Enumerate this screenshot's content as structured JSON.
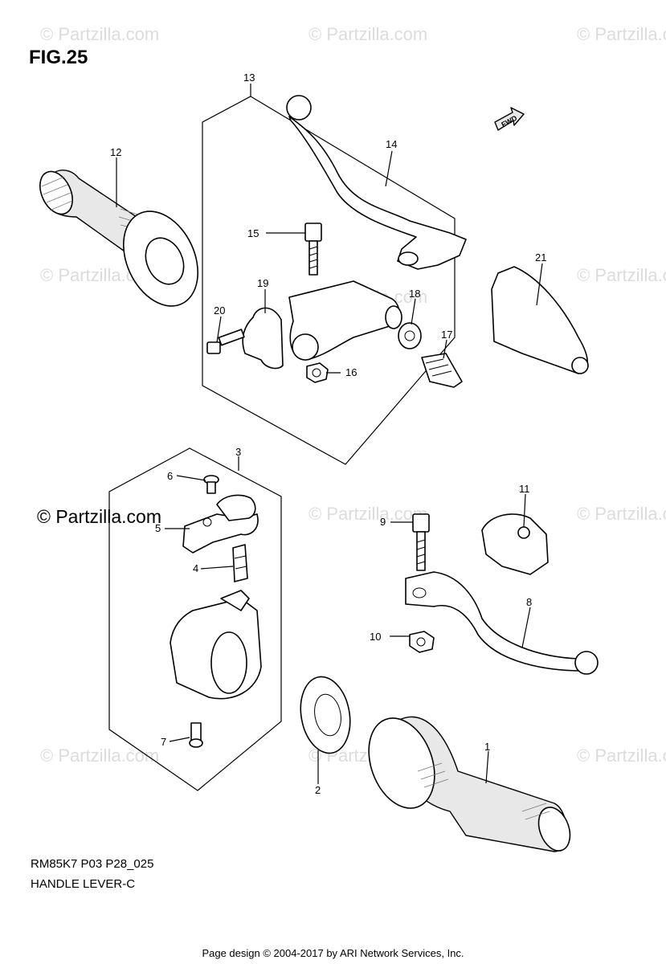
{
  "figure": {
    "title": "FIG.25",
    "code": "RM85K7 P03 P28_025",
    "caption": "HANDLE LEVER-C",
    "footer": "Page design © 2004-2017 by ARI Network Services, Inc.",
    "logo": "© Partzilla.com",
    "watermark": "© Partzilla.com",
    "fwd_label": "FWD"
  },
  "callouts": [
    "1",
    "2",
    "3",
    "4",
    "5",
    "6",
    "7",
    "8",
    "9",
    "10",
    "11",
    "12",
    "13",
    "14",
    "15",
    "16",
    "17",
    "18",
    "19",
    "20",
    "21"
  ]
}
